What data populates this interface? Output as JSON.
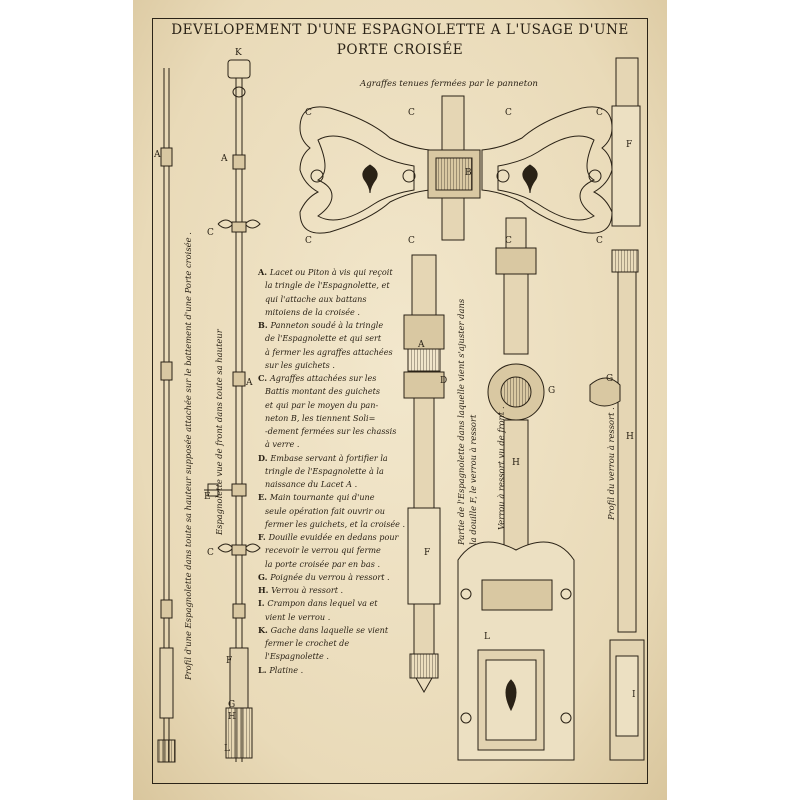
{
  "title": {
    "line1": "DEVELOPEMENT D'UNE ESPAGNOLETTE A L'USAGE D'UNE",
    "line2": "PORTE CROISÉE"
  },
  "caption_top": "Agraffes tenues fermées par le panneton",
  "legend": [
    {
      "key": "A.",
      "lines": [
        "Lacet ou Piton à vis qui reçoit",
        "la tringle de l'Espagnolette, et",
        "qui l'attache aux battans",
        "mitoiens de la croisée ."
      ]
    },
    {
      "key": "B.",
      "lines": [
        "Panneton soudé à la tringle",
        "de l'Espagnolette et qui sert",
        "à fermer les agraffes attachées",
        "sur les guichets ."
      ]
    },
    {
      "key": "C.",
      "lines": [
        "Agraffes attachées sur les",
        "Battis montant des guichets",
        "et qui par le moyen du pan-",
        "neton B, les tiennent Soli=",
        "-dement fermées sur les chassis",
        "à verre ."
      ]
    },
    {
      "key": "D.",
      "lines": [
        "Embase servant à fortifier la",
        "tringle de l'Espagnolette à la",
        "naissance du Lacet A ."
      ]
    },
    {
      "key": "E.",
      "lines": [
        "Main tournante qui d'une",
        "seule opération fait ouvrir ou",
        "fermer les guichets, et la croisée ."
      ]
    },
    {
      "key": "F.",
      "lines": [
        "Douille evuidée en dedans pour",
        "recevoir le verrou qui ferme",
        "la porte croisée par en bas ."
      ]
    },
    {
      "key": "G.",
      "lines": [
        "Poignée du verrou à ressort ."
      ]
    },
    {
      "key": "H.",
      "lines": [
        "Verrou à ressort ."
      ]
    },
    {
      "key": "I.",
      "lines": [
        "Crampon dans lequel va et",
        "vient le verrou ."
      ]
    },
    {
      "key": "K.",
      "lines": [
        "Gache dans laquelle se vient",
        "fermer le crochet de l'Espagnolette ."
      ]
    },
    {
      "key": "L.",
      "lines": [
        "Platine ."
      ]
    }
  ],
  "vertical_texts": {
    "profil_left": "Profil d'une Espagnolette dans toute sa hauteur supposée attachée sur le battement d'une Porte croisée .",
    "espagnolette_front": "Espagnolette vue de front dans toute sa hauteur",
    "partie": "Partie de l'Espagnolette dans laquelle vient s'ajuster dans",
    "partie2": "la douille F, le verrou à ressort",
    "verrou_front": "Verrou à ressort vu de front .",
    "profil_verrou": "Profil du verrou à ressort ."
  },
  "labels": {
    "K": "K",
    "A": "A",
    "B": "B",
    "C": "C",
    "D": "D",
    "E": "E",
    "F": "F",
    "G": "G",
    "H": "H",
    "I": "I",
    "L": "L"
  },
  "colors": {
    "paper": "#ecdfc0",
    "ink": "#2a2216"
  }
}
